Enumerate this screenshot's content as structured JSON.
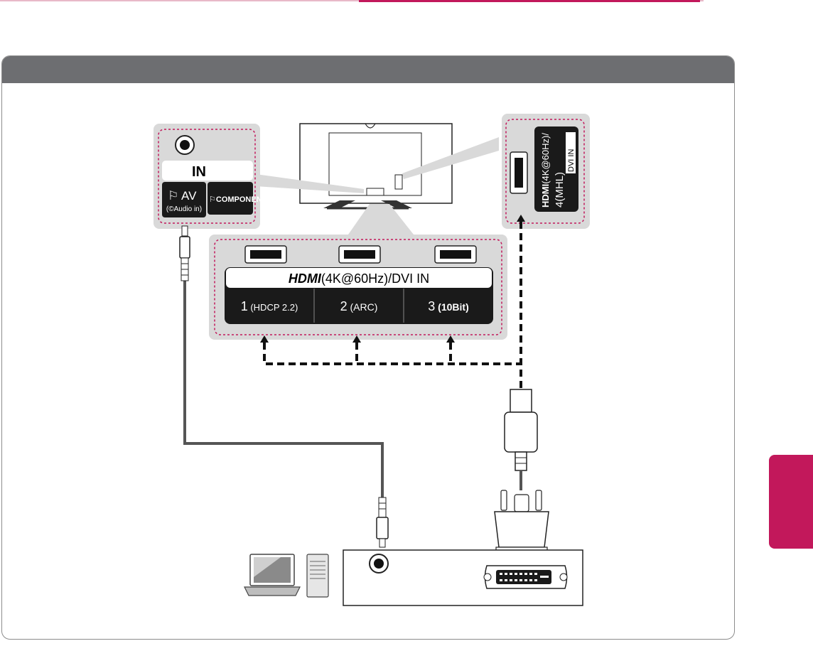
{
  "av_panel": {
    "in_label": "IN",
    "av_label": "AV",
    "audio_in_label": "(©Audio in)",
    "component_label": "COMPONENT"
  },
  "hdmi_panel": {
    "logo": "HDMI",
    "title": "(4K@60Hz)/DVI IN",
    "ports": [
      {
        "num": "1",
        "sub": "(HDCP 2.2)"
      },
      {
        "num": "2",
        "sub": "(ARC)"
      },
      {
        "num": "3",
        "sub": "(10Bit)"
      }
    ]
  },
  "hdmi4_panel": {
    "logo": "HDMI",
    "spec": "(4K@60Hz)/",
    "dvi": "DVI IN",
    "port": "4(MHL)"
  },
  "colors": {
    "accent": "#c2185b",
    "header": "#6d6e71",
    "panel_gray": "#d9d9d9",
    "dotted": "#c2185b"
  }
}
